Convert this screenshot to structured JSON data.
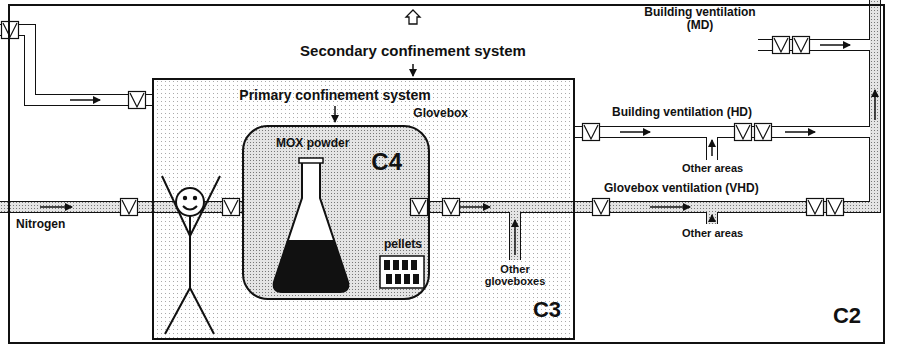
{
  "diagram": {
    "nodes": [
      {
        "text": [
          "C2"
        ]
      },
      {
        "text": [
          "C3"
        ],
        "in": 0
      },
      {
        "text": [
          "Glovebox",
          "C4"
        ],
        "in": 1
      }
    ],
    "labels": [
      "Building ventilation (MD)",
      "Secondary confinement system",
      "Primary confinement system",
      "MOX powder",
      "pellets",
      "Nitrogen",
      "Building ventilation (HD)",
      "Glovebox ventilation (VHD)",
      "Other areas",
      "Other areas",
      "Other gloveboxes"
    ]
  }
}
